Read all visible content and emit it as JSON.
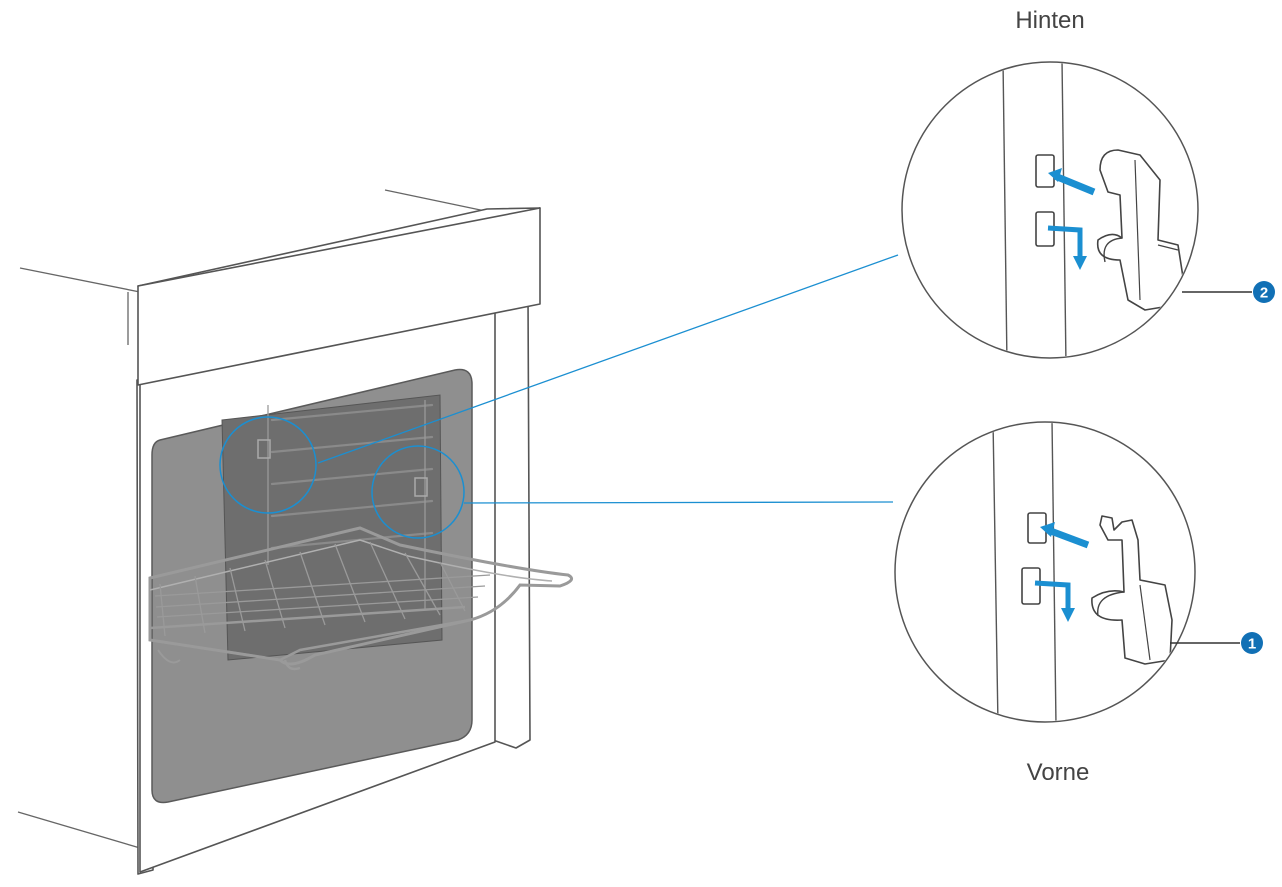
{
  "labels": {
    "rear": "Hinten",
    "front": "Vorne"
  },
  "callouts": [
    {
      "number": "2"
    },
    {
      "number": "1"
    }
  ],
  "colors": {
    "accent": "#1b8fd1",
    "badge": "#1170b5",
    "cavity": "#8f8f8f",
    "cavity_back": "#6e6e6e"
  }
}
